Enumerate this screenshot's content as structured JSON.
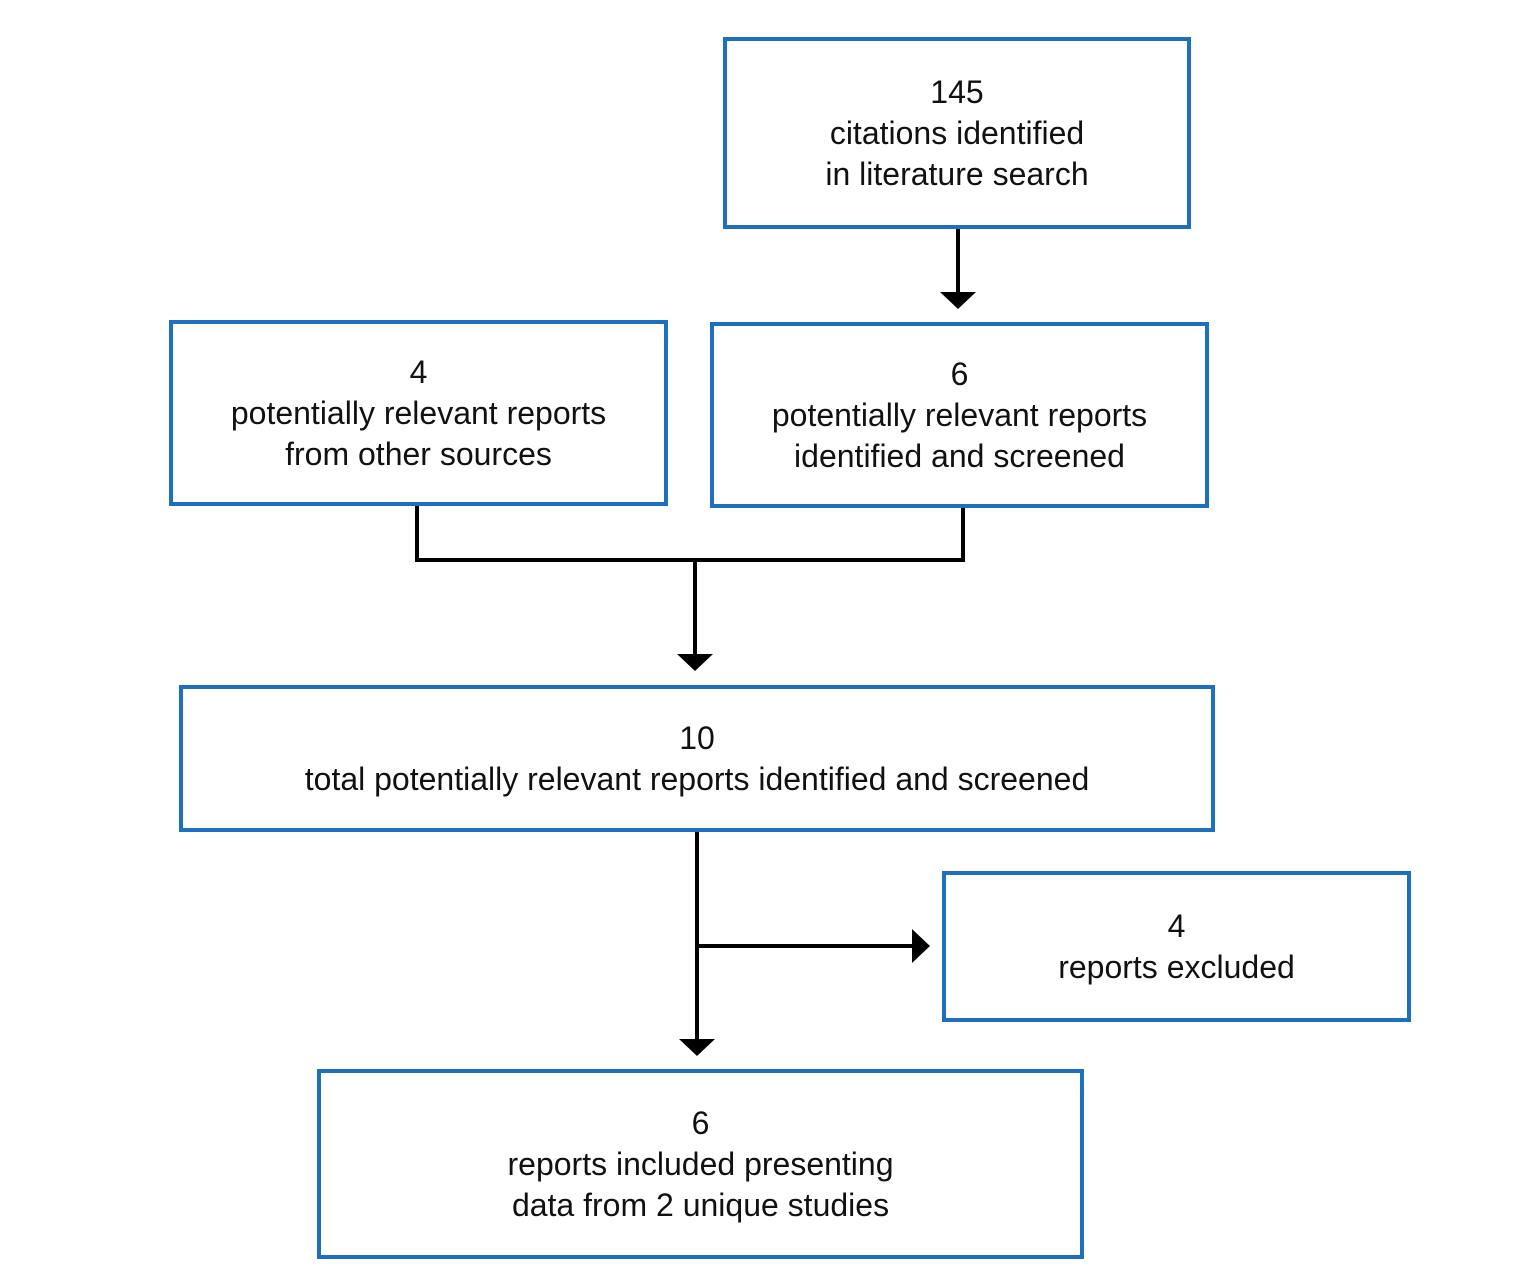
{
  "colors": {
    "box_border": "#1f6fbf",
    "connector": "#000000",
    "text": "#111111"
  },
  "boxes": {
    "citations": {
      "count": "145",
      "lines": [
        "citations identified",
        "in literature search"
      ]
    },
    "other_sources": {
      "count": "4",
      "lines": [
        "potentially relevant reports",
        "from other sources"
      ]
    },
    "screened": {
      "count": "6",
      "lines": [
        "potentially relevant reports",
        "identified and screened"
      ]
    },
    "total": {
      "count": "10",
      "lines": [
        "total potentially relevant reports identified and screened"
      ]
    },
    "excluded": {
      "count": "4",
      "lines": [
        "reports excluded"
      ]
    },
    "included": {
      "count": "6",
      "lines": [
        "reports included presenting",
        "data from 2 unique studies"
      ]
    }
  }
}
